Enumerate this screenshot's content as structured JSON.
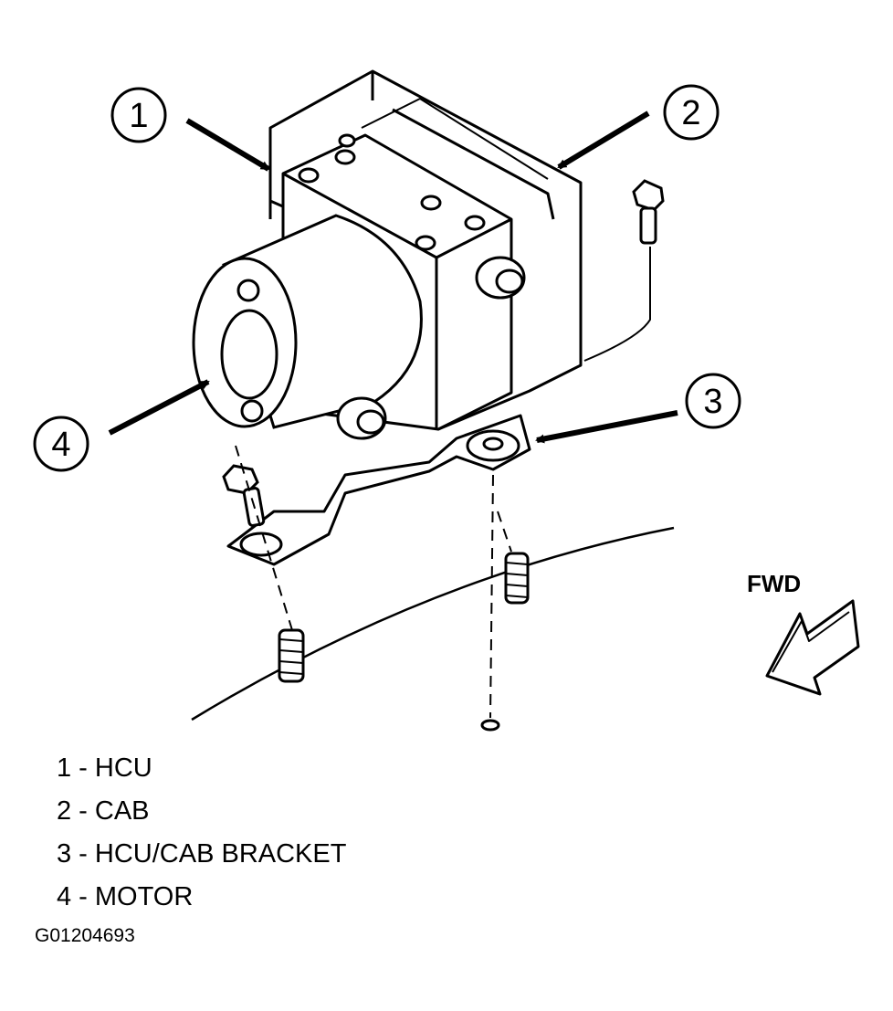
{
  "callouts": [
    {
      "number": "1",
      "part": "HCU"
    },
    {
      "number": "2",
      "part": "CAB"
    },
    {
      "number": "3",
      "part": "HCU/CAB BRACKET"
    },
    {
      "number": "4",
      "part": "MOTOR"
    }
  ],
  "legend": [
    {
      "text": "1 - HCU"
    },
    {
      "text": "2 - CAB"
    },
    {
      "text": "3 - HCU/CAB BRACKET"
    },
    {
      "text": "4 - MOTOR"
    }
  ],
  "direction_label": "FWD",
  "figure_id": "G01204693",
  "colors": {
    "ink": "#000000",
    "background": "#ffffff"
  }
}
